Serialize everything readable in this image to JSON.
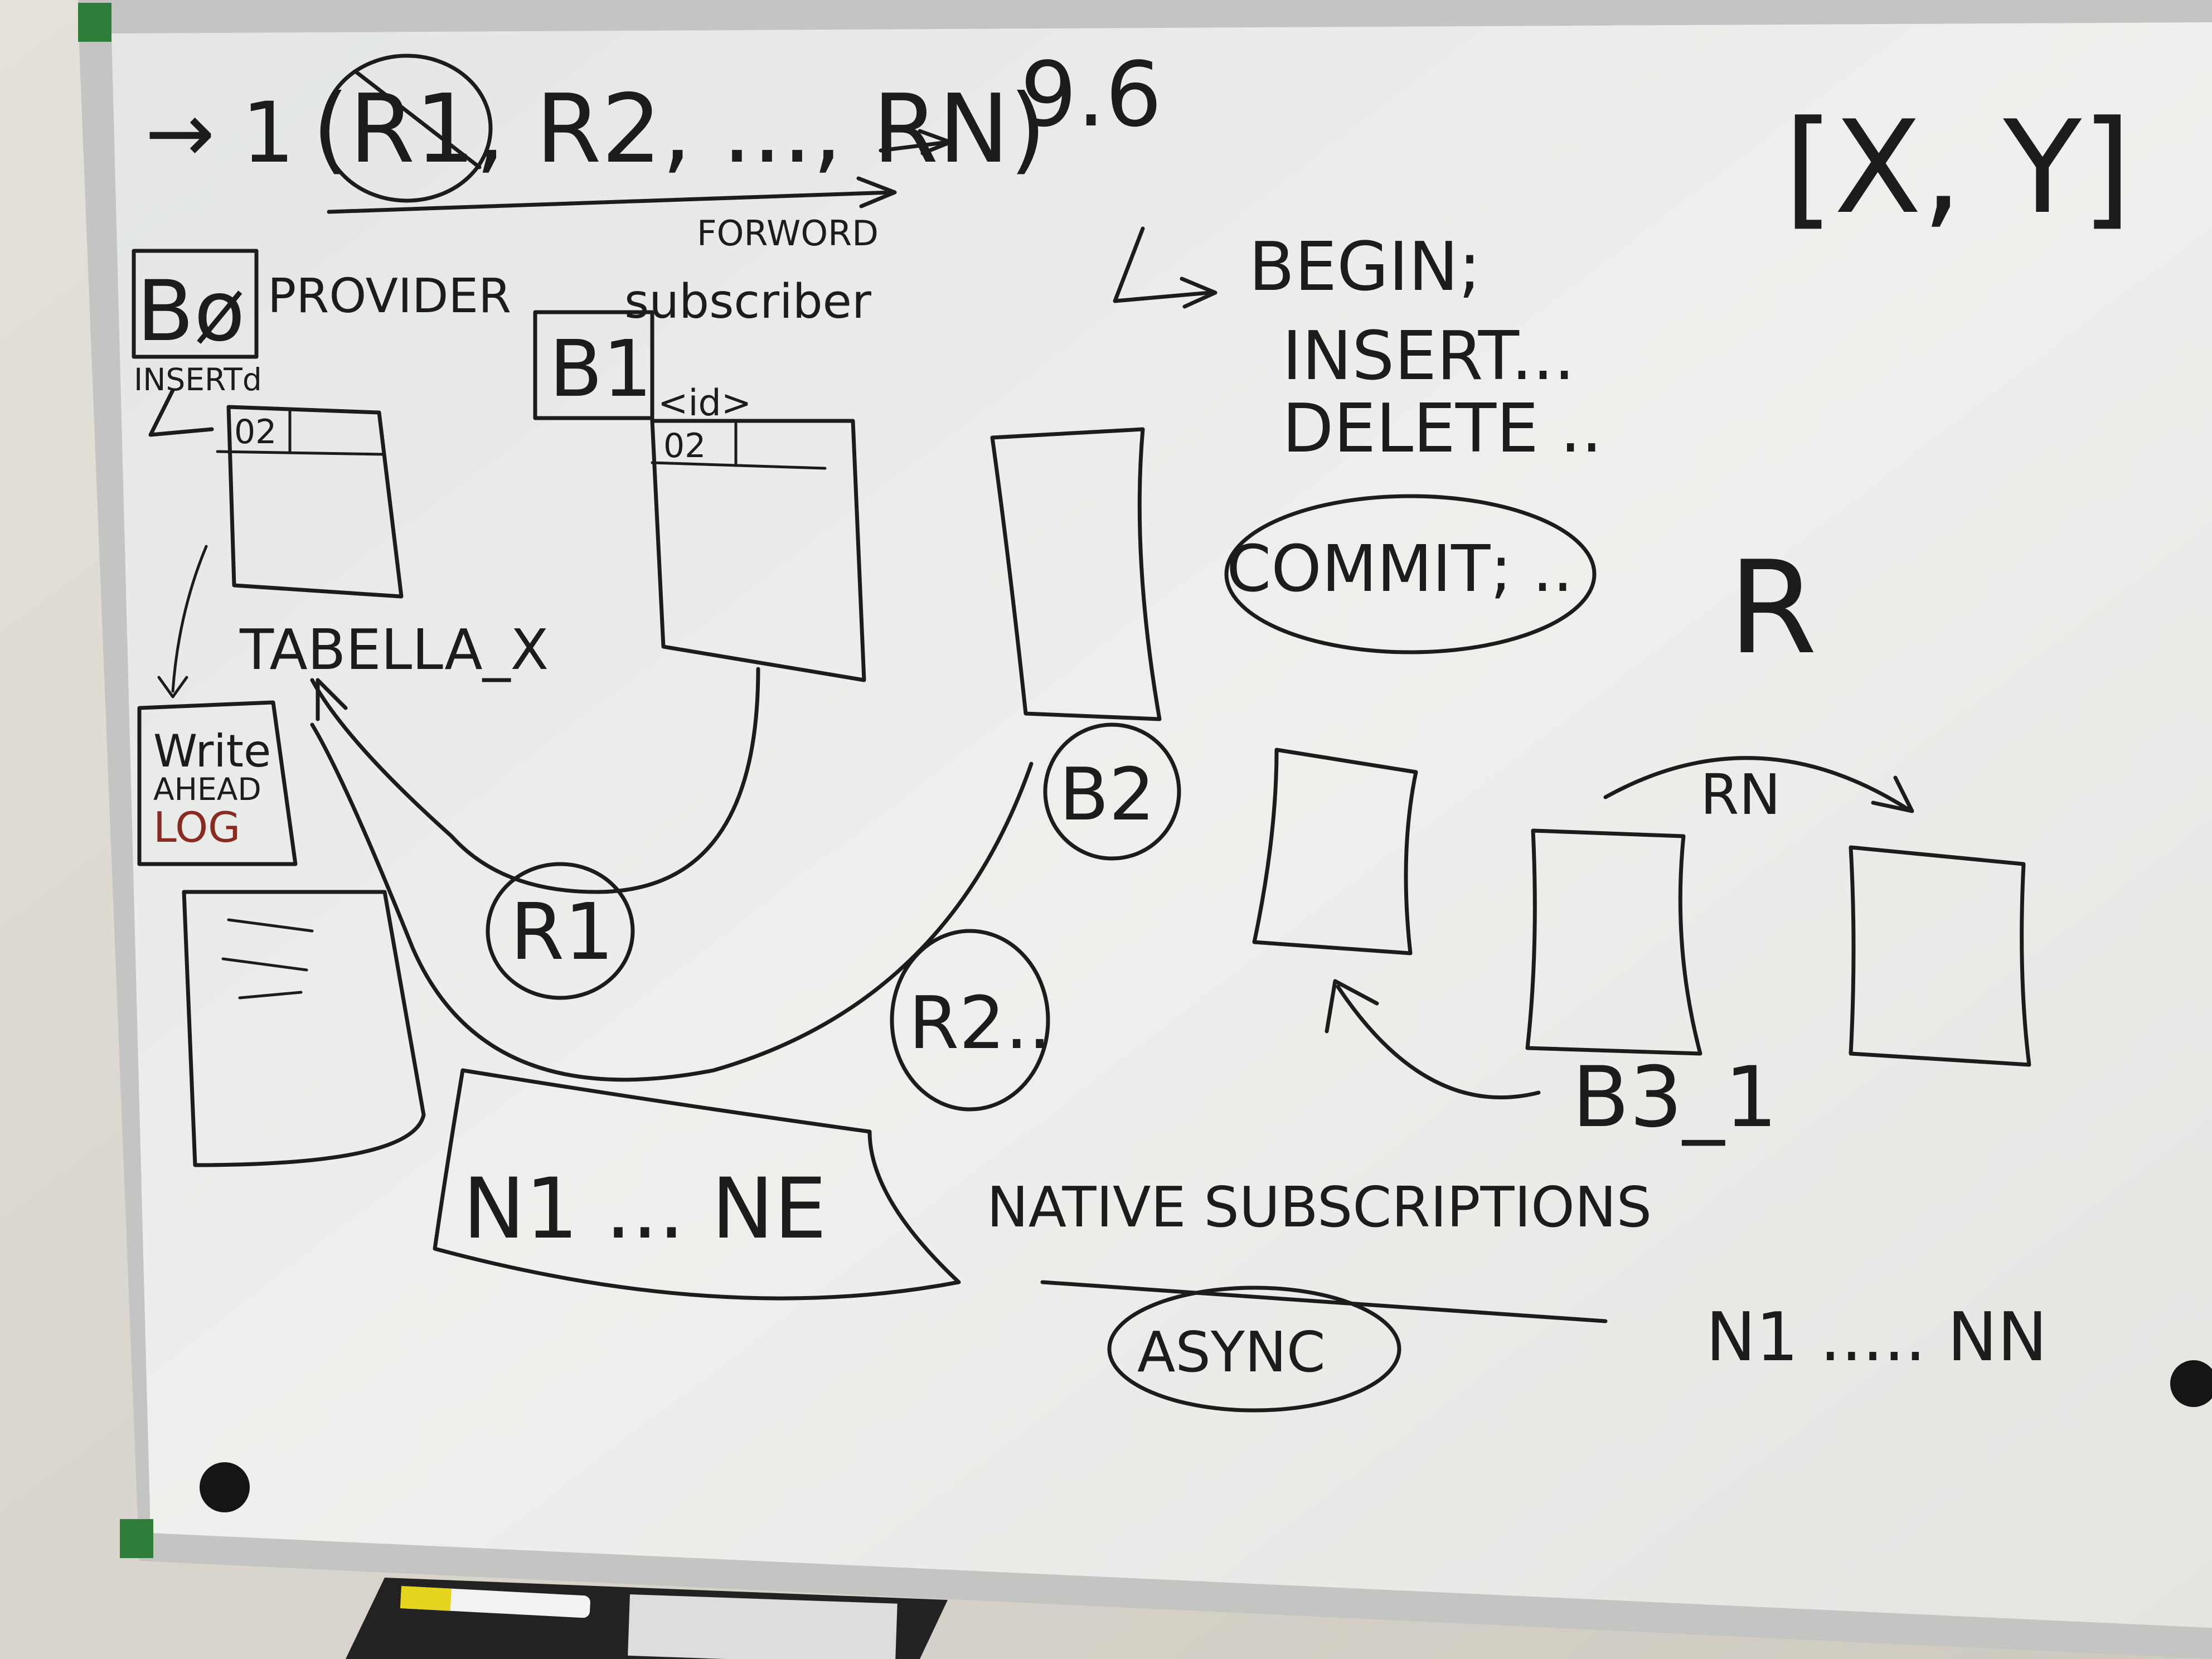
{
  "whiteboard": {
    "top_left": {
      "tuple_prefix": "→ 1",
      "tuple_items": "(R1, R2, ..., RN)",
      "forward_label": "FORWORD",
      "version": "9.6"
    },
    "bracket_xy": "[X, Y]",
    "transaction": {
      "begin": "BEGIN;",
      "insert": "INSERT...",
      "delete": "DELETE ..",
      "commit": "COMMIT; ..",
      "r_label": "R"
    },
    "provider": {
      "node": "Bø",
      "label": "PROVIDER",
      "insert_label": "INSERTd",
      "cell": "02",
      "table_name": "TABELLA_X",
      "wal_line1": "Write",
      "wal_line2": "AHEAD",
      "wal_line3": "LOG"
    },
    "subscriber": {
      "label": "subscriber",
      "node": "B1",
      "id_label": "<id>",
      "cell": "02"
    },
    "replication": {
      "r1": "R1",
      "r2": "R2..",
      "b2": "B2"
    },
    "right_cluster": {
      "rn": "RN",
      "b3": "B3_1"
    },
    "bottom": {
      "n_box": "N1 ... NE",
      "native": "NATIVE SUBSCRIPTIONS",
      "async": "ASYNC",
      "n_range": "N1 ..... NN"
    },
    "colors": {
      "board": "#e9ebe7",
      "frame": "#c9c9c6",
      "ink": "#1c1c1c",
      "wal_red": "#8a2a20",
      "corner_green": "#2f7d3a"
    }
  }
}
